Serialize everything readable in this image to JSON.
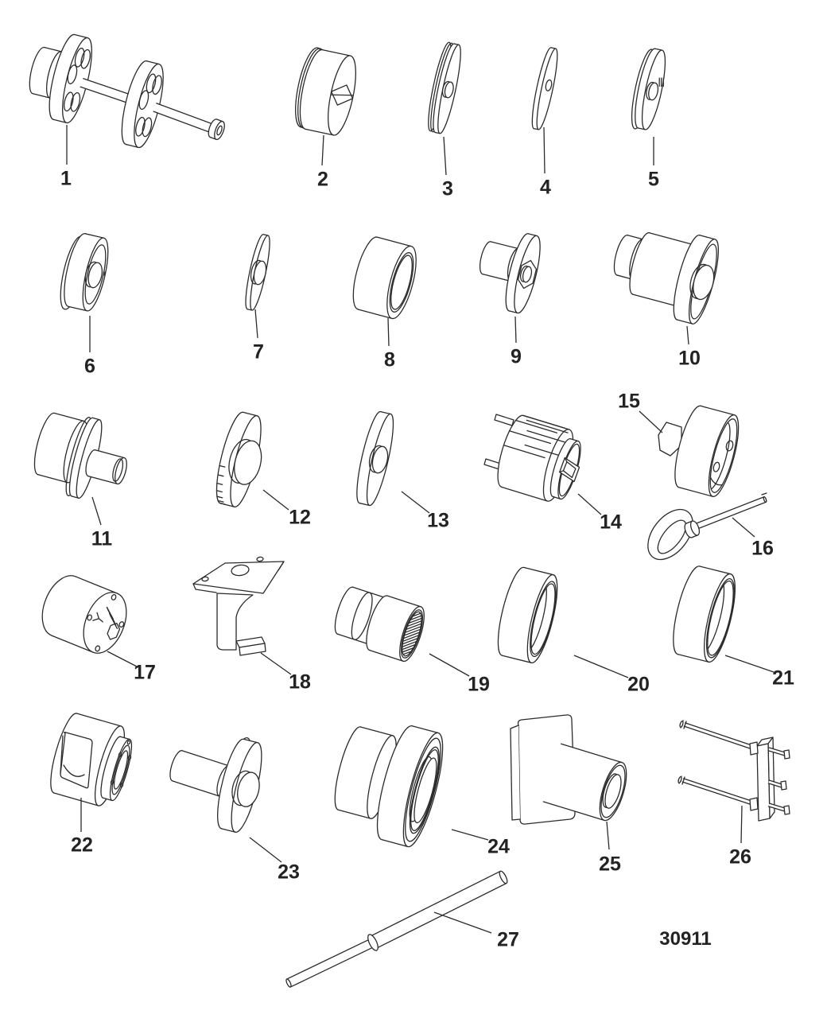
{
  "diagram": {
    "callouts": [
      "1",
      "2",
      "3",
      "4",
      "5",
      "6",
      "7",
      "8",
      "9",
      "10",
      "11",
      "12",
      "13",
      "14",
      "15",
      "16",
      "17",
      "18",
      "19",
      "20",
      "21",
      "22",
      "23",
      "24",
      "25",
      "26",
      "27"
    ],
    "part_number": "30911"
  }
}
